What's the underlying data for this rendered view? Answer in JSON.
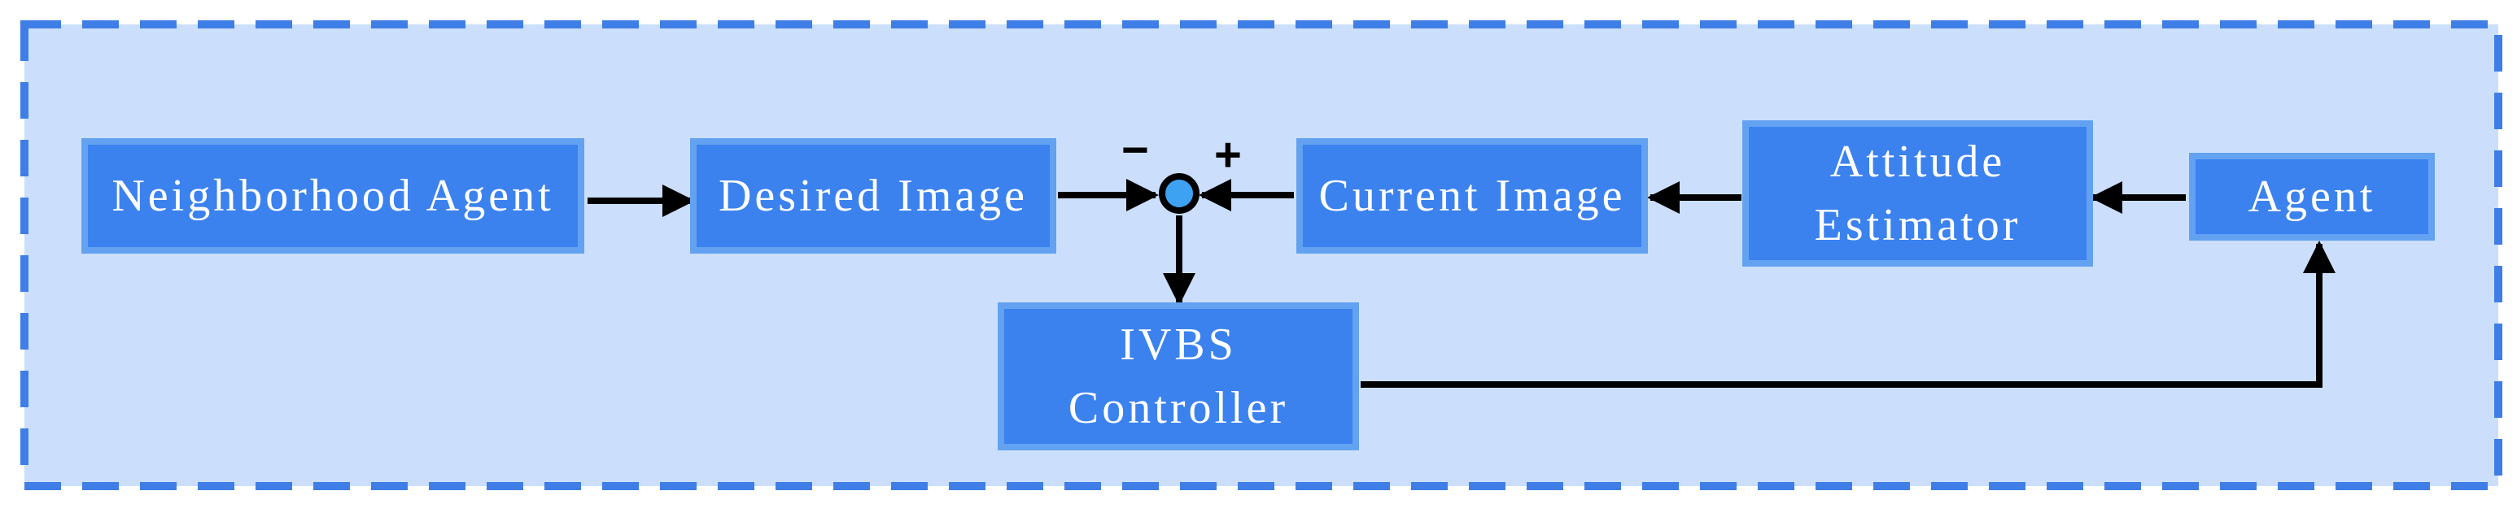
{
  "diagram": {
    "colors": {
      "frame_fill": "#cbdffd",
      "frame_border": "#3e7ee6",
      "box_fill": "#3b82ef",
      "box_border": "#63a1f1",
      "box_text": "#ffffff",
      "arrow": "#000000",
      "summing_junction": "#3ea2f3"
    },
    "blocks": {
      "neighborhood_agent": "Neighborhood Agent",
      "desired_image": "Desired Image",
      "current_image": "Current Image",
      "attitude_estimator": "Attitude\nEstimator",
      "agent": "Agent",
      "ivbs_controller": "IVBS Controller"
    },
    "summing_junction": {
      "minus_sign": "−",
      "plus_sign": "+"
    }
  }
}
